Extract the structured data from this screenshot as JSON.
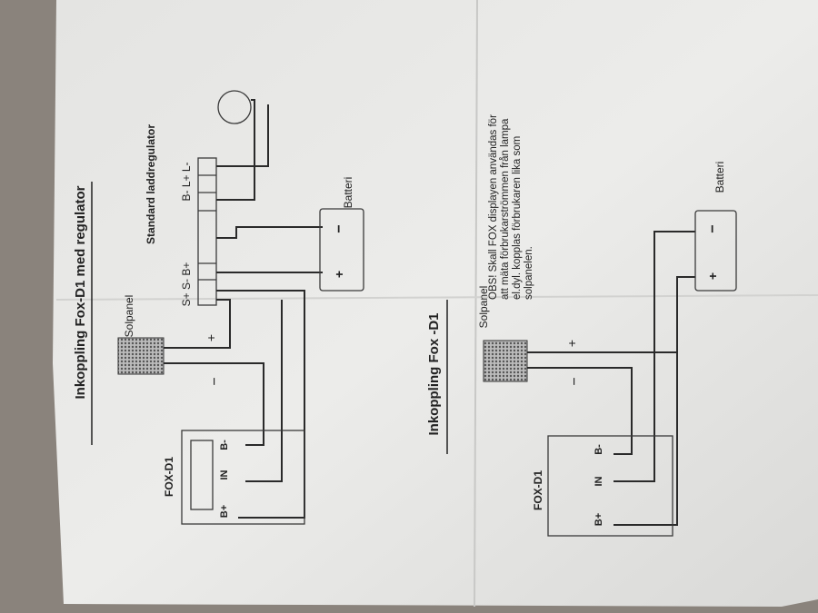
{
  "diagram1": {
    "title": "Inkoppling Fox-D1 med regulator",
    "solar_label": "Solpanel",
    "regulator_label": "Standard laddregulator",
    "regulator_terminals_left": "S+ S-  B+",
    "regulator_terminals_right": "B-  L+ L-",
    "battery_label": "Batteri",
    "battery_plus": "+",
    "battery_minus": "−",
    "wire_plus": "+",
    "wire_minus": "−",
    "fox_label": "FOX-D1",
    "fox_terminals": [
      "B+",
      "IN",
      "B-"
    ]
  },
  "diagram2": {
    "title": "Inkoppling Fox -D1",
    "note_lines": [
      "OBS! Skall FOX displayen användas för",
      "att mäta förbrukarströmmen från lampa",
      "el.dyl. kopplas förbrukaren lika som",
      "solpanelen."
    ],
    "solar_label": "Solpanel",
    "battery_label": "Batteri",
    "battery_plus": "+",
    "battery_minus": "−",
    "wire_plus": "+",
    "wire_minus": "−",
    "fox_label": "FOX-D1",
    "fox_terminals": [
      "B+",
      "IN",
      "B-"
    ]
  }
}
